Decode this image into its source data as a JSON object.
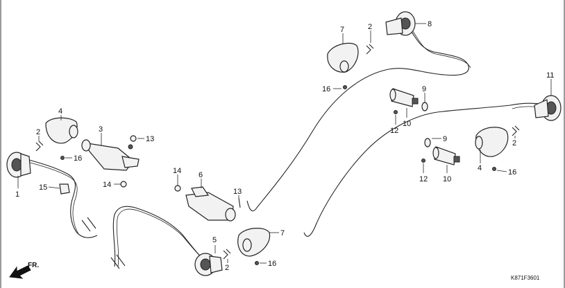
{
  "callouts": {
    "c1": "1",
    "c2a": "2",
    "c2b": "2",
    "c2c": "2",
    "c3": "3",
    "c4a": "4",
    "c4b": "4",
    "c5": "5",
    "c6": "6",
    "c7a": "7",
    "c7b": "7",
    "c8": "8",
    "c9a": "9",
    "c9b": "9",
    "c10a": "10",
    "c10b": "10",
    "c11": "11",
    "c12a": "12",
    "c12b": "12",
    "c13a": "13",
    "c13b": "13",
    "c14a": "14",
    "c14b": "14",
    "c15": "15",
    "c16a": "16",
    "c16b": "16",
    "c16c": "16",
    "c16d": "16"
  },
  "front_arrow_label": "FR.",
  "diagram_code": "K871F3601"
}
